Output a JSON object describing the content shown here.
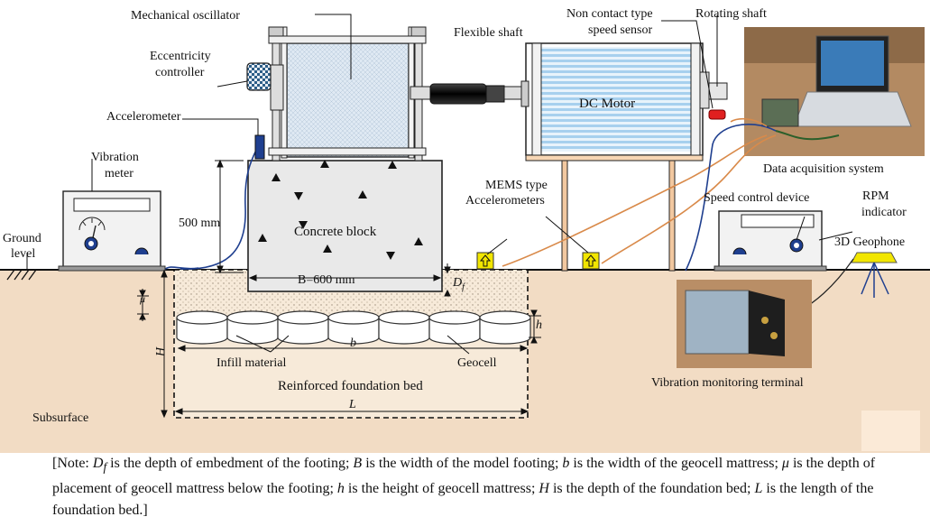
{
  "labels": {
    "mechanical_oscillator": "Mechanical oscillator",
    "flexible_shaft": "Flexible shaft",
    "speed_sensor_1": "Non contact type",
    "speed_sensor_2": "speed sensor",
    "rotating_shaft": "Rotating shaft",
    "eccentricity_1": "Eccentricity",
    "eccentricity_2": "controller",
    "dc_motor": "DC Motor",
    "accelerometer": "Accelerometer",
    "vibration_meter_1": "Vibration",
    "vibration_meter_2": "meter",
    "dim_500": "500 mm",
    "concrete_block": "Concrete block",
    "mems_1": "MEMS type",
    "mems_2": "Accelerometers",
    "data_acquisition": "Data acquisition system",
    "speed_control": "Speed control device",
    "rpm_1": "RPM",
    "rpm_2": "indicator",
    "ground_1": "Ground",
    "ground_2": "level",
    "geophone": "3D Geophone",
    "dim_B": "B=600 mm",
    "df_D": "D",
    "df_sub": "f",
    "mu": "μ",
    "H": "H",
    "h": "h",
    "b": "b",
    "infill": "Infill material",
    "geocell": "Geocell",
    "foundation_bed": "Reinforced foundation bed",
    "L": "L",
    "subsurface": "Subsurface",
    "vib_terminal": "Vibration monitoring terminal"
  },
  "note": {
    "open": "[Note: ",
    "df_D": "D",
    "df_sub": "f",
    "df_text": " is the depth of embedment of the footing; ",
    "B": "B",
    "B_text": " is the width of the model footing; ",
    "b": "b",
    "b_text": " is the width of the geocell mattress; ",
    "mu": "μ",
    "mu_text": " is the depth of placement of geocell mattress below the footing; ",
    "h": "h",
    "h_text": " is the height of geocell mattress; ",
    "H": "H",
    "H_text": " is the depth of the foundation bed; ",
    "L": "L",
    "L_text": " is the length of the foundation bed.]"
  },
  "colors": {
    "sky": "#ffffff",
    "soil": "#f2dcc4",
    "footing": "#e9e9e9",
    "motor_stripes": "#a9d3ef",
    "wire_orange": "#d98a4a",
    "wire_blue": "#1f3f8f",
    "sensor_yellow": "#f2e600"
  }
}
